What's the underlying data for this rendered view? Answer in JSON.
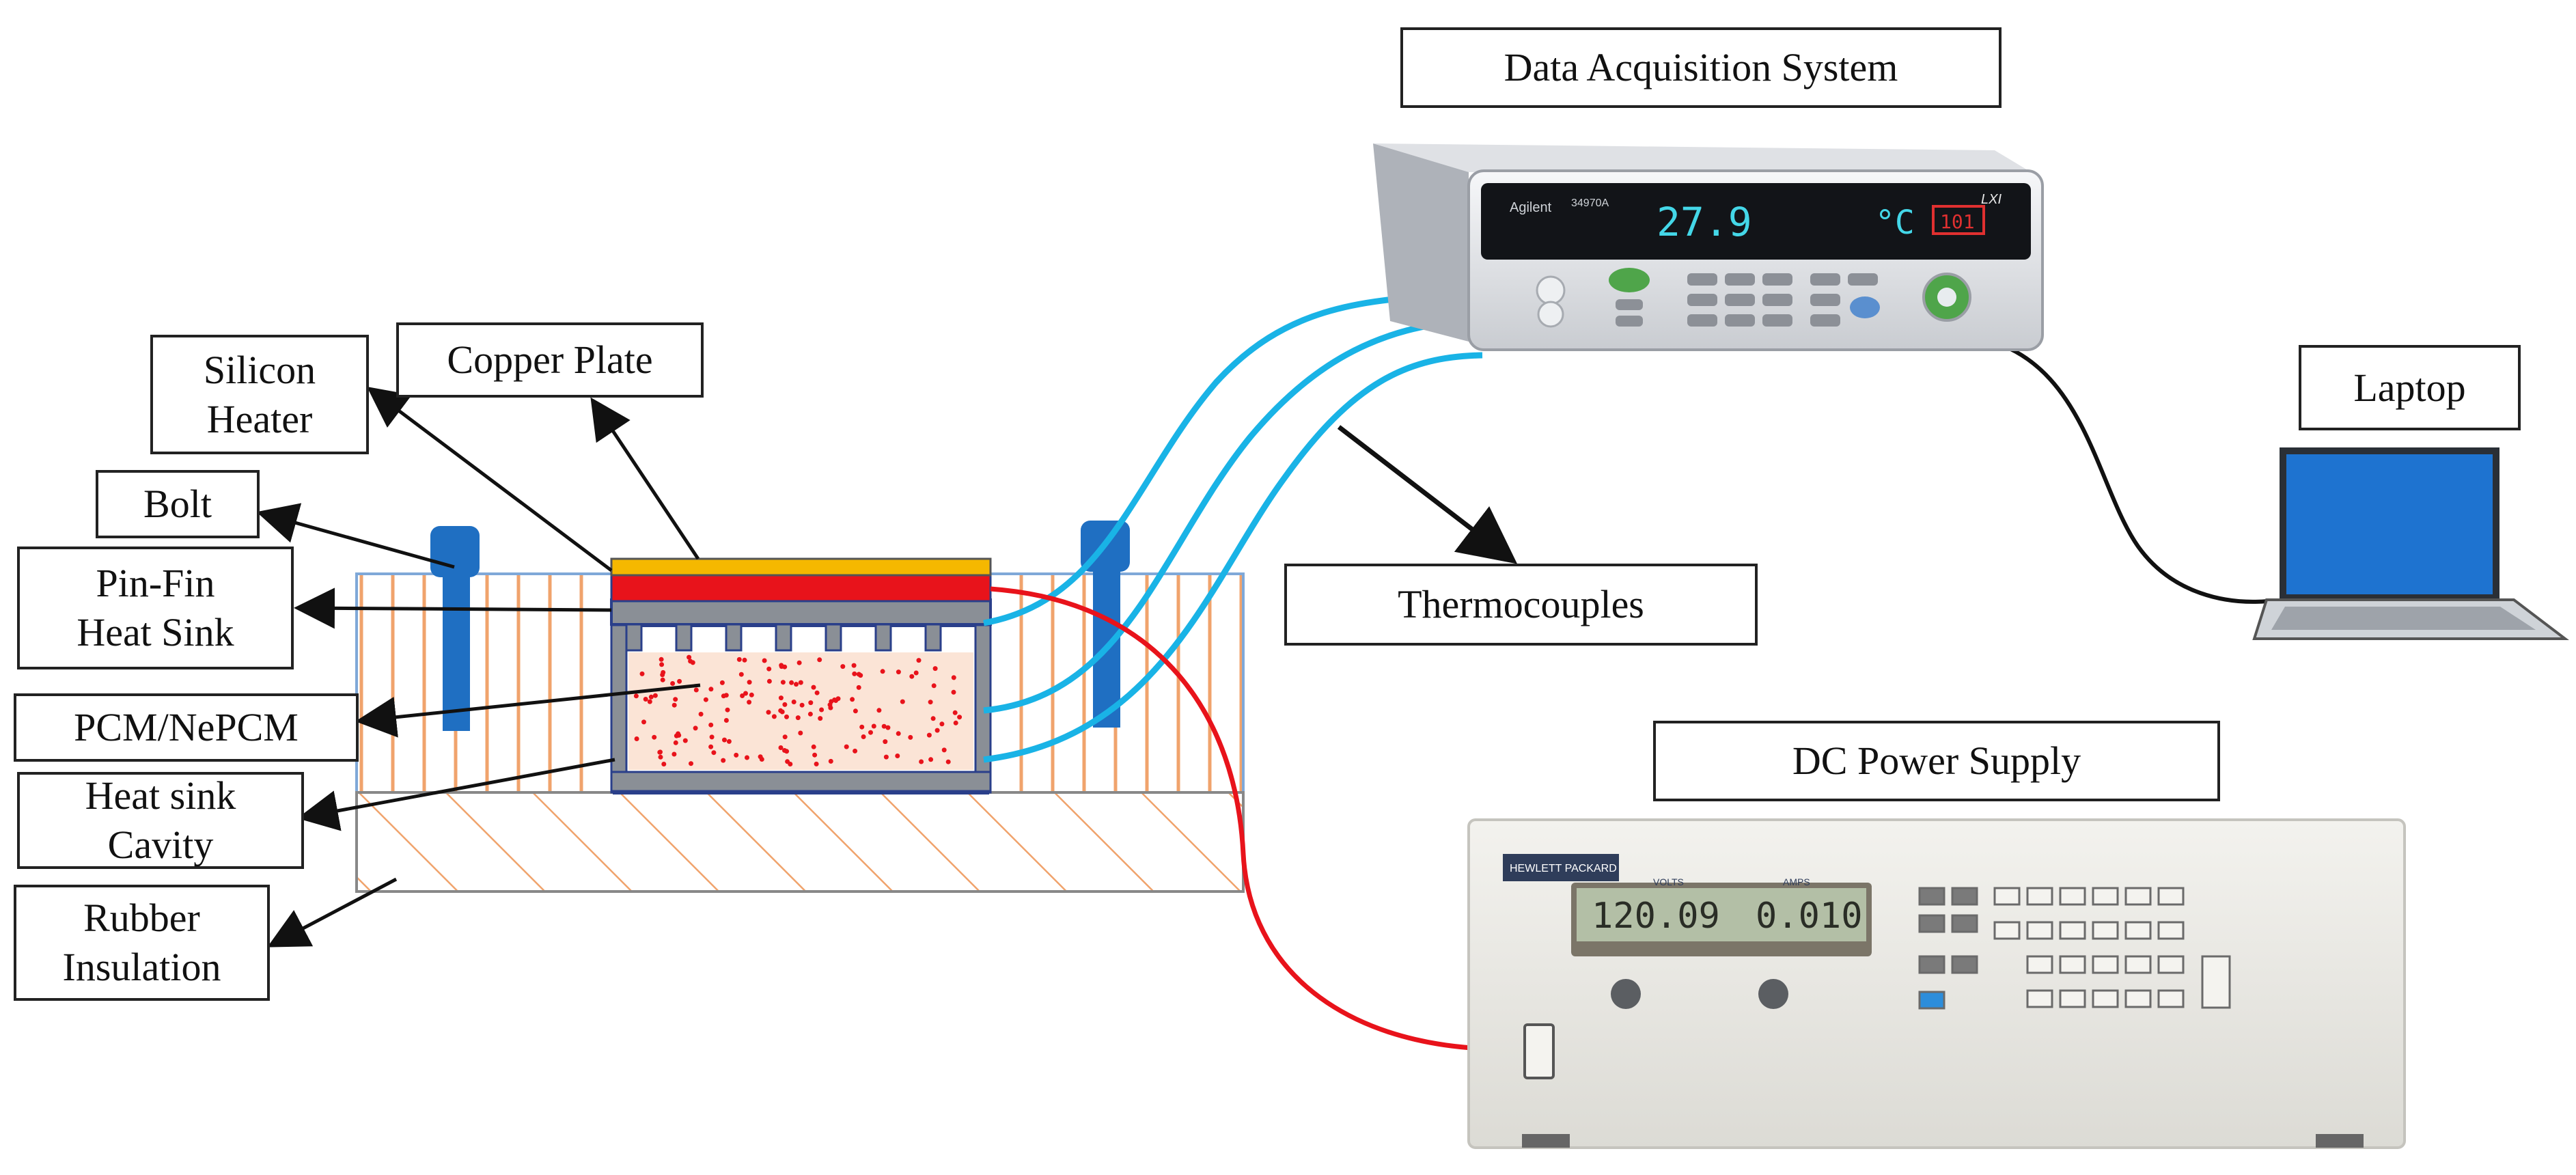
{
  "labels": {
    "data_acquisition": "Data Acquisition System",
    "laptop": "Laptop",
    "thermocouples": "Thermocouples",
    "dc_power_supply": "DC Power Supply",
    "silicon_heater": "Silicon\nHeater",
    "copper_plate": "Copper Plate",
    "bolt": "Bolt",
    "pin_fin": "Pin-Fin\nHeat Sink",
    "pcm": "PCM/NePCM",
    "cavity": "Heat sink\nCavity",
    "rubber": "Rubber\nInsulation"
  },
  "daq_display": {
    "brand": "Agilent",
    "model": "34970A",
    "reading": "27.9",
    "unit": "°C",
    "channel": "101",
    "lxi": "LXI"
  },
  "psu_display": {
    "brand": "HEWLETT PACKARD",
    "volts_label": "VOLTS",
    "amps_label": "AMPS",
    "volts": "120.09",
    "amps": "0.010"
  },
  "colors": {
    "copper_plate": "#f5b800",
    "heater": "#e8131b",
    "heat_sink": "#8a8f96",
    "pcm_fill": "#fbe4d6",
    "pcm_dots": "#e8131b",
    "bolt": "#1f6fc2",
    "thermocouple_wire": "#19b3e6",
    "power_wire": "#e8131b",
    "insulation_hatch": "#f0a36c",
    "laptop_screen": "#1e73d0"
  }
}
